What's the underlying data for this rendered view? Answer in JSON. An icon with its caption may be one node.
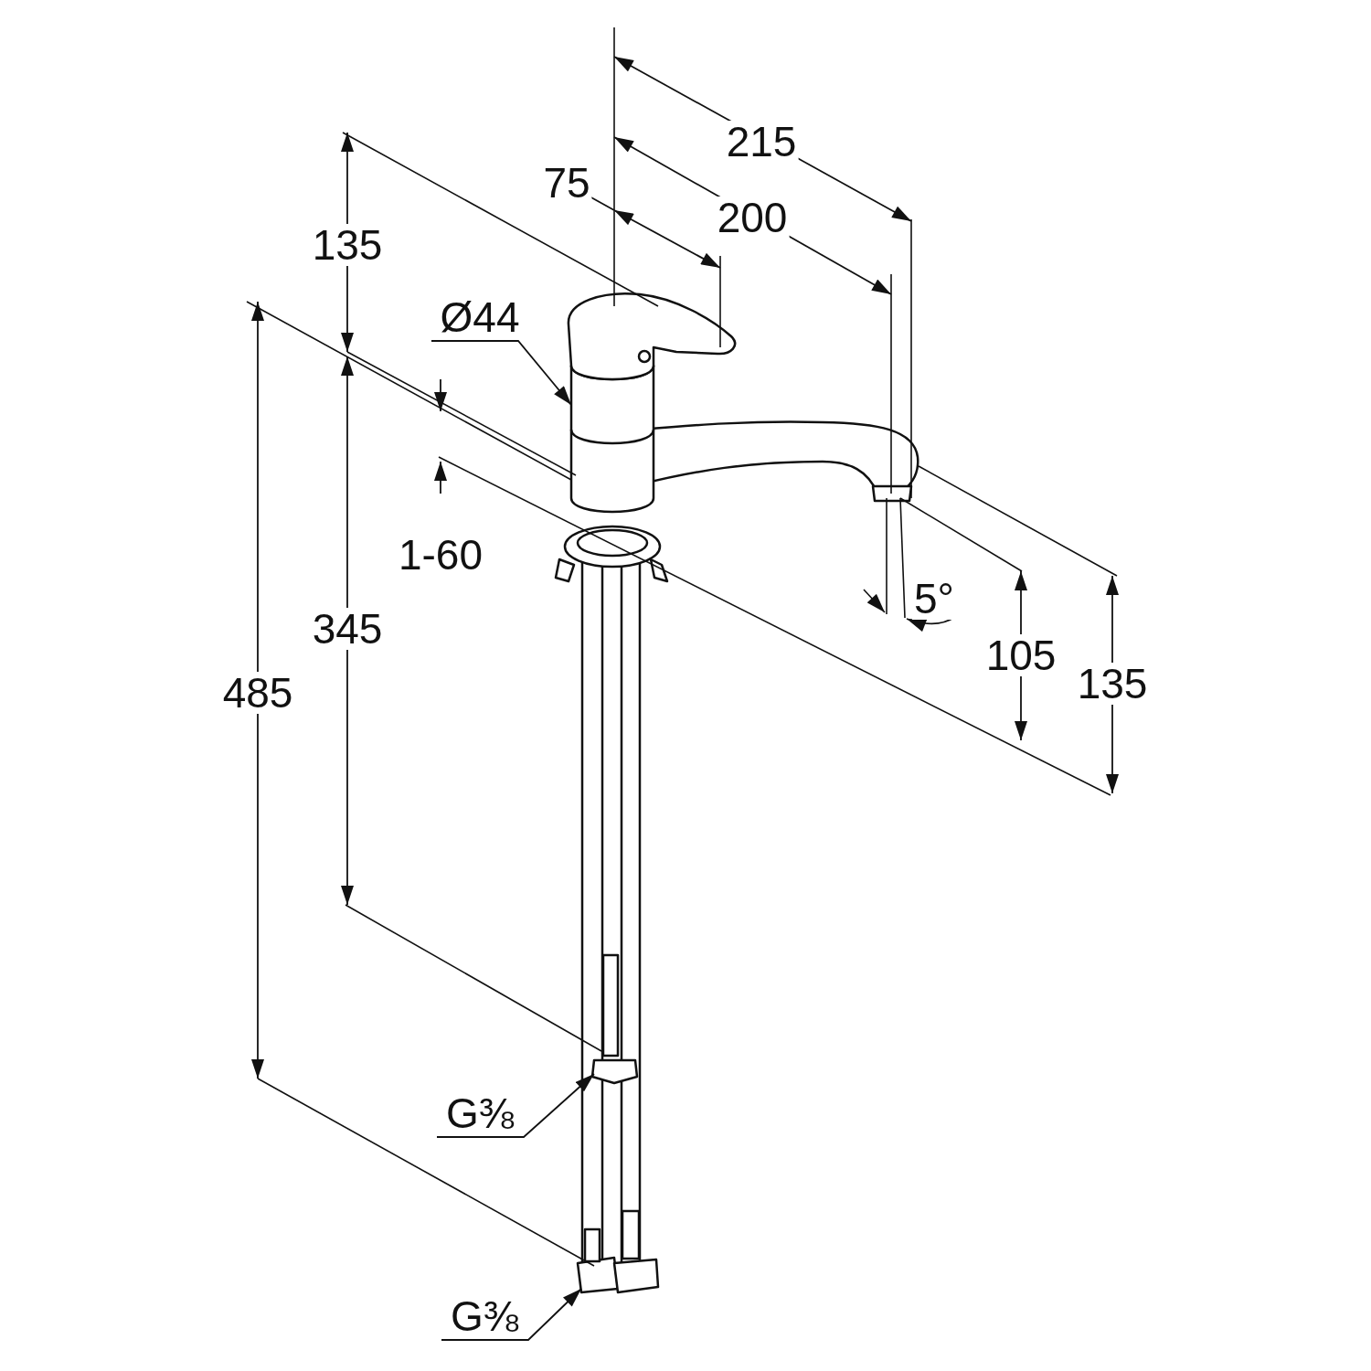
{
  "diagram": {
    "nodes": [
      {
        "text": [
          "Ø44"
        ]
      },
      {
        "text": [
          "G⅜"
        ]
      },
      {
        "text": [
          "G⅜"
        ]
      }
    ],
    "edges": [
      {
        "from": 0,
        "to": null,
        "arrow": "to"
      },
      {
        "from": 1,
        "to": null,
        "arrow": "to"
      },
      {
        "from": 2,
        "to": null,
        "arrow": "to"
      }
    ],
    "labels": [
      "215",
      "75",
      "200",
      "135",
      "1-60",
      "345",
      "485",
      "5°",
      "105",
      "135"
    ]
  }
}
